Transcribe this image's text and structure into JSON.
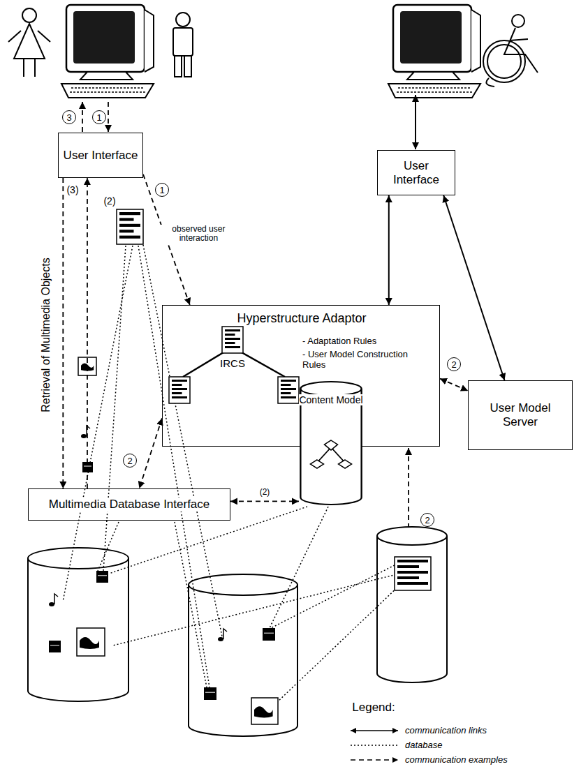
{
  "diagram": {
    "nodes": [
      {
        "text": [
          "User Interface"
        ]
      },
      {
        "text": [
          "User Interface"
        ]
      },
      {
        "text": [
          "Hyperstructure Adaptor",
          "- Adaptation Rules",
          "- User Model Construction Rules"
        ]
      },
      {
        "text": [
          "User Model Server"
        ]
      },
      {
        "text": [
          "Multimedia Database Interface"
        ]
      },
      {
        "text": [
          "Content Model"
        ]
      }
    ],
    "edges": [
      {
        "from": 1,
        "to": 2,
        "arrow": "both"
      },
      {
        "from": 1,
        "to": 3,
        "arrow": "both"
      },
      {
        "from": 0,
        "to": 2,
        "label": "observed user interaction",
        "arrow": "to"
      },
      {
        "from": 2,
        "to": 3,
        "arrow": "both"
      },
      {
        "from": 2,
        "to": 4,
        "arrow": "both"
      },
      {
        "from": 4,
        "to": 5,
        "label": "(2)",
        "arrow": "both"
      },
      {
        "from": 0,
        "to": 4,
        "arrow": "to"
      },
      {
        "from": 4,
        "to": 0,
        "arrow": "to"
      }
    ],
    "labels": [
      "3",
      "1",
      "(3)",
      "(2)",
      "1",
      "Retrieval of Multimedia Objects",
      "2",
      "IRCS",
      "2",
      "2",
      "Legend:"
    ],
    "legend": [
      {
        "text": "communication links"
      },
      {
        "text": "database"
      },
      {
        "text": "communication examples"
      }
    ]
  }
}
